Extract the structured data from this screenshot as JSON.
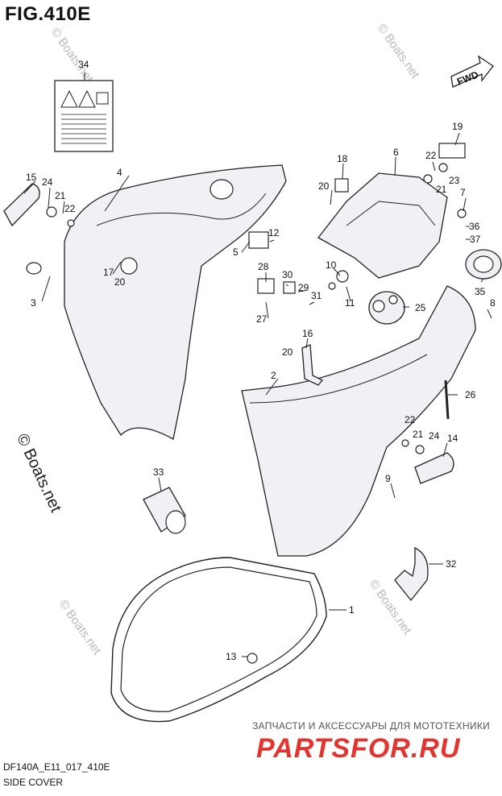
{
  "figure": {
    "title": "FIG.410E"
  },
  "footer": {
    "code": "DF140A_E11_017_410E",
    "name": "SIDE COVER"
  },
  "watermark": {
    "text": "© Boats.net"
  },
  "promo": {
    "tagline": "ЗАПЧАСТИ И АКСЕССУАРЫ ДЛЯ МОТОТЕХНИКИ",
    "logo": "PARTSFOR.RU"
  },
  "fwd_label": "FWD",
  "callouts": [
    "1",
    "2",
    "3",
    "4",
    "5",
    "6",
    "7",
    "8",
    "9",
    "10",
    "11",
    "12",
    "13",
    "14",
    "15",
    "16",
    "17",
    "18",
    "19",
    "20",
    "21",
    "22",
    "23",
    "24",
    "25",
    "26",
    "27",
    "28",
    "29",
    "30",
    "31",
    "32",
    "33",
    "34",
    "35",
    "36",
    "37"
  ]
}
